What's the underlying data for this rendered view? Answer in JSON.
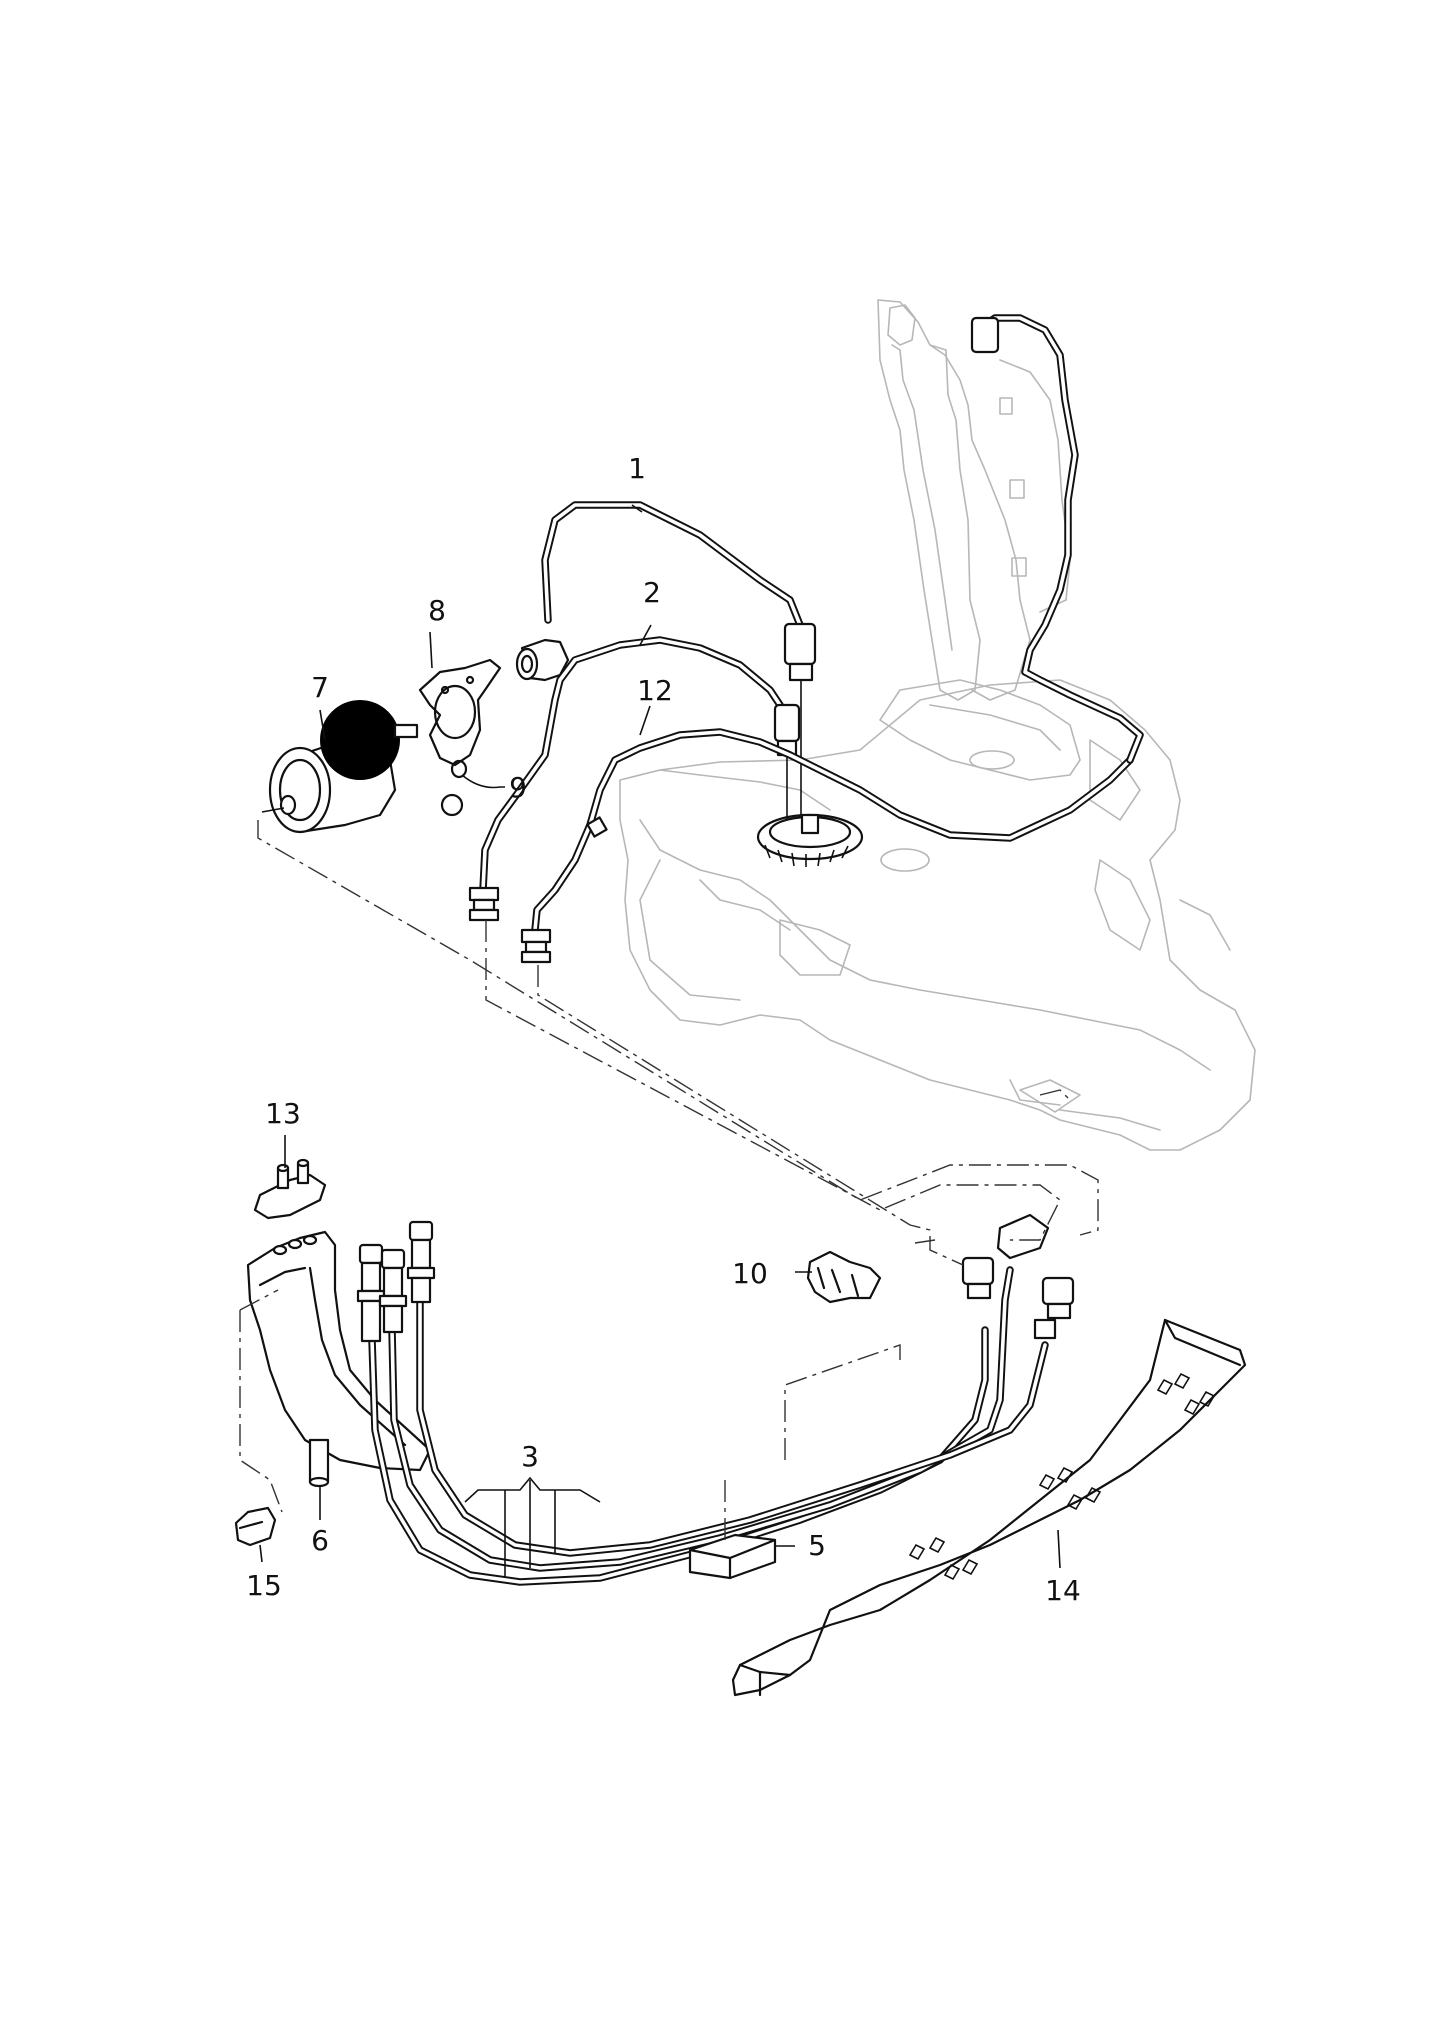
{
  "diagram": {
    "callouts": [
      "1",
      "2",
      "3",
      "5",
      "6",
      "7",
      "8",
      "9",
      "10",
      "12",
      "13",
      "14",
      "15"
    ]
  }
}
